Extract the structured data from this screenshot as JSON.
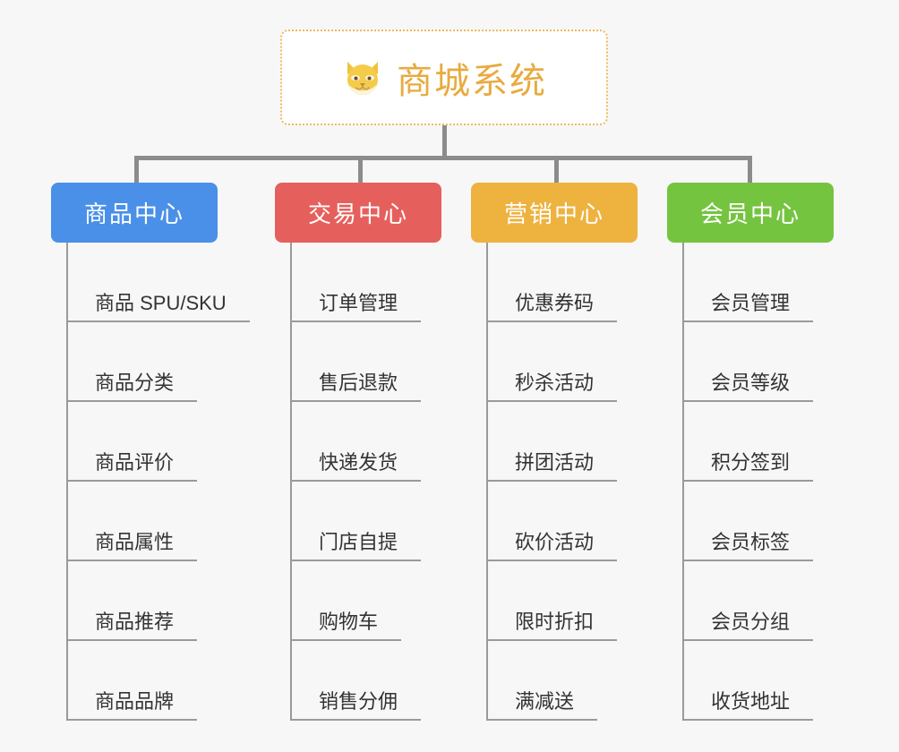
{
  "diagram": {
    "type": "mindmap-tree",
    "background_color": "#f7f7f7",
    "root": {
      "title": "商城系统",
      "icon": "shiba-dog-face-icon",
      "title_color": "#e8ab3f",
      "border_color": "#edb95e"
    },
    "connector_color": "#8c8c8c",
    "leaf_line_color": "#9a9a9a",
    "leaf_text_color": "#333333",
    "branches": [
      {
        "label": "商品中心",
        "color": "#4a90e8",
        "items": [
          "商品 SPU/SKU",
          "商品分类",
          "商品评价",
          "商品属性",
          "商品推荐",
          "商品品牌"
        ]
      },
      {
        "label": "交易中心",
        "color": "#e5605c",
        "items": [
          "订单管理",
          "售后退款",
          "快递发货",
          "门店自提",
          "购物车",
          "销售分佣"
        ]
      },
      {
        "label": "营销中心",
        "color": "#eeb23f",
        "items": [
          "优惠券码",
          "秒杀活动",
          "拼团活动",
          "砍价活动",
          "限时折扣",
          "满减送"
        ]
      },
      {
        "label": "会员中心",
        "color": "#75c440",
        "items": [
          "会员管理",
          "会员等级",
          "积分签到",
          "会员标签",
          "会员分组",
          "收货地址"
        ]
      }
    ]
  }
}
